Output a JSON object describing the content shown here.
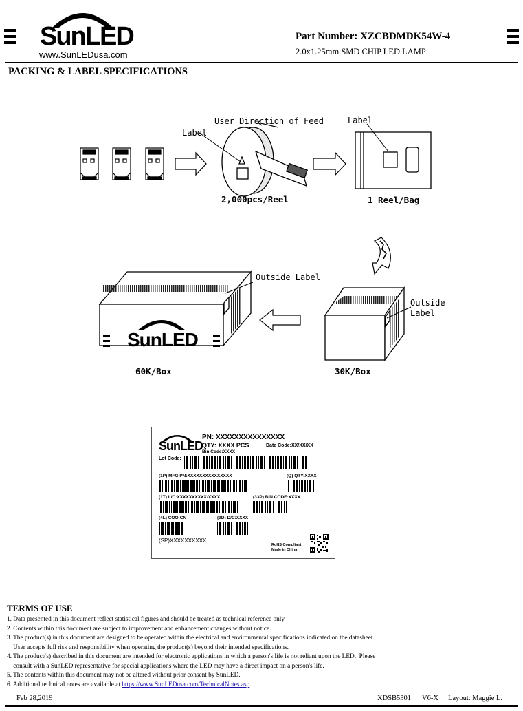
{
  "header": {
    "logo_text": "SunLED",
    "site_url": "www.SunLEDusa.com",
    "part_number": "Part Number: XZCBDMDK54W-4",
    "part_description": "2.0x1.25mm SMD CHIP LED LAMP"
  },
  "section_title": "PACKING & LABEL SPECIFICATIONS",
  "figure": {
    "user_direction": "User Direction of Feed",
    "label_reel": "Label",
    "label_bag": "Label",
    "reel_caption": "2,000pcs/Reel",
    "bag_caption": "1 Reel/Bag",
    "outside_label_big": "Outside Label",
    "outside_label_small_1": "Outside",
    "outside_label_small_2": "Label",
    "box_logo": "SunLED",
    "big_box_caption": "60K/Box",
    "small_box_caption": "30K/Box"
  },
  "sample_label": {
    "logo": "SunLED",
    "pn": "PN: XXXXXXXXXXXXXXX",
    "qty": "QTY: XXXX PCS",
    "date_code": "Date Code:XX/XX/XX",
    "bin_code": "Bin Code:XXXX",
    "lot_code": "Lot Code:",
    "mfg_pn": "(1P) MFG PN:XXXXXXXXXXXXXXX",
    "q_qty": "(Q) QTY:XXXX",
    "lc": "(1T) L/C:XXXXXXXXXX-XXXX",
    "bin": "(33P) BIN CODE:XXXX",
    "coo": "(4L) COO:CN",
    "dc": "(9D) D/C:XXXX",
    "sp": "(SP)XXXXXXXXXX",
    "rohs": "RoHS Compliant",
    "made_in": "Made in China"
  },
  "terms": {
    "title": "TERMS OF USE",
    "items": [
      "1. Data presented in this document reflect statistical figures and should be treated as technical reference only.",
      "2. Contents within this document are subject to improvement and enhancement changes without notice.",
      "3. The product(s) in this document are designed to be operated within the electrical and environmental specifications indicated on the datasheet.",
      "    User accepts full risk and responsibility when operating the product(s) beyond their intended specifications.",
      "4. The product(s) described in this document are intended for electronic applications in which a person's life is not reliant upon the LED.  Please",
      "    consult with a SunLED representative for special applications where the LED may have a direct impact on a person's life.",
      "5. The contents within this document may not be altered without prior consent by SunLED.",
      "6. Additional technical notes are available at "
    ],
    "link_text": "https://www.SunLEDusa.com/TechnicalNotes.asp"
  },
  "footer": {
    "date": "Feb 28,2019",
    "doc_number": "XDSB5301",
    "version": "V6-X",
    "layout": "Layout: Maggie L."
  },
  "colors": {
    "ink": "#000000",
    "link": "#1a0dab",
    "hatch": "#222222"
  }
}
